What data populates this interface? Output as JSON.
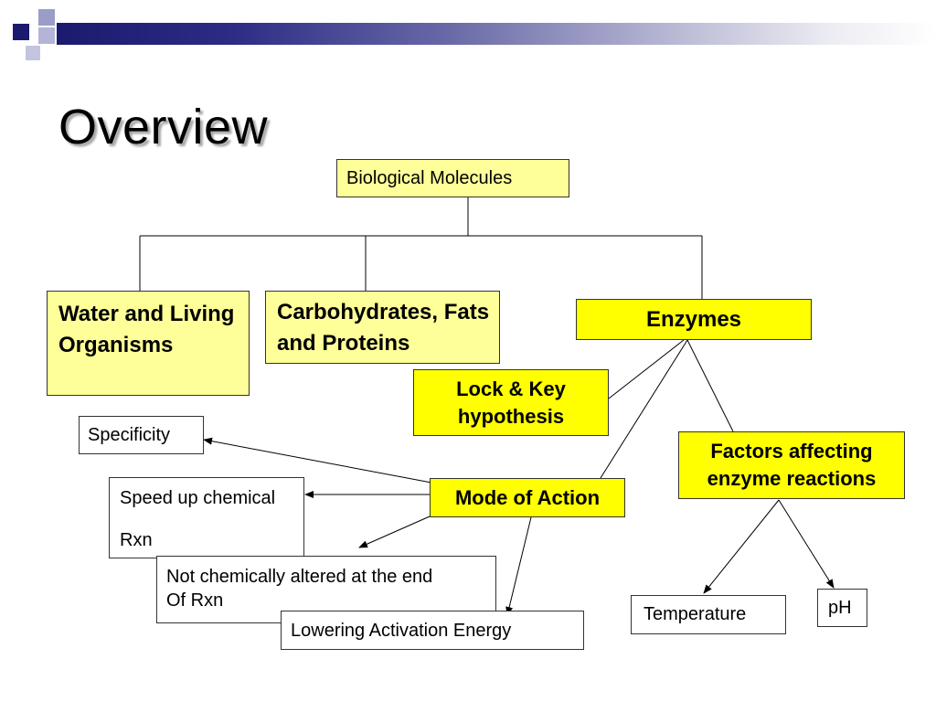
{
  "slide": {
    "title": "Overview"
  },
  "diagram": {
    "root": "Biological Molecules",
    "branch_water": "Water and Living Organisms",
    "branch_carbs": "Carbohydrates, Fats and Proteins",
    "branch_enzymes": "Enzymes",
    "lock_key": "Lock & Key hypothesis",
    "factors": "Factors affecting enzyme reactions",
    "mode_of_action": "Mode of Action",
    "specificity": "Specificity",
    "speed_up_line1": "Speed up chemical",
    "speed_up_line2": "Rxn",
    "not_altered_line1": "Not chemically altered at the end",
    "not_altered_line2": "Of Rxn",
    "lowering_activation": "Lowering Activation Energy",
    "temperature": "Temperature",
    "ph": "pH"
  },
  "colors": {
    "banner_dark": "#1a1a6e",
    "box_light_yellow": "#ffff99",
    "box_bright_yellow": "#ffff00"
  }
}
